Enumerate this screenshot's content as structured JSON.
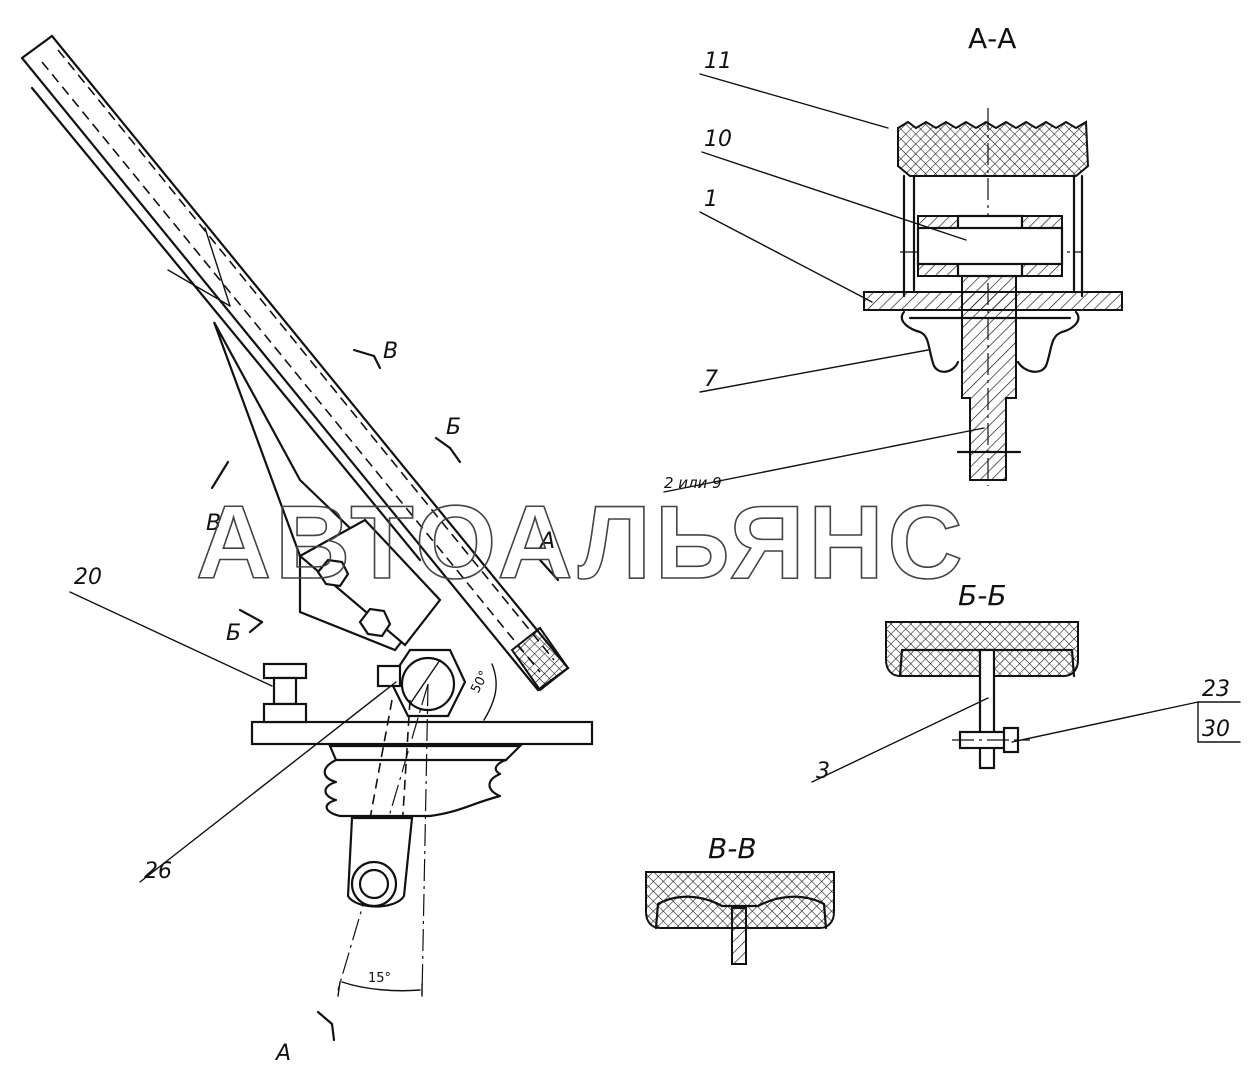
{
  "watermark": "АВТОАЛЬЯНС",
  "sections": {
    "aa_title": "А-А",
    "bb_title": "Б-Б",
    "vv_title": "В-В"
  },
  "cut_marks": {
    "a_top": "А",
    "a_bottom": "А",
    "b_top": "Б",
    "b_left": "Б",
    "v_top": "В",
    "v_left": "В"
  },
  "callouts": {
    "c11": "11",
    "c10": "10",
    "c1": "1",
    "c7": "7",
    "c2or9": "2 или 9",
    "c20": "20",
    "c26": "26",
    "c3": "3",
    "c23": "23",
    "c30": "30"
  },
  "angles": {
    "a50": "50°",
    "a15": "15°"
  }
}
